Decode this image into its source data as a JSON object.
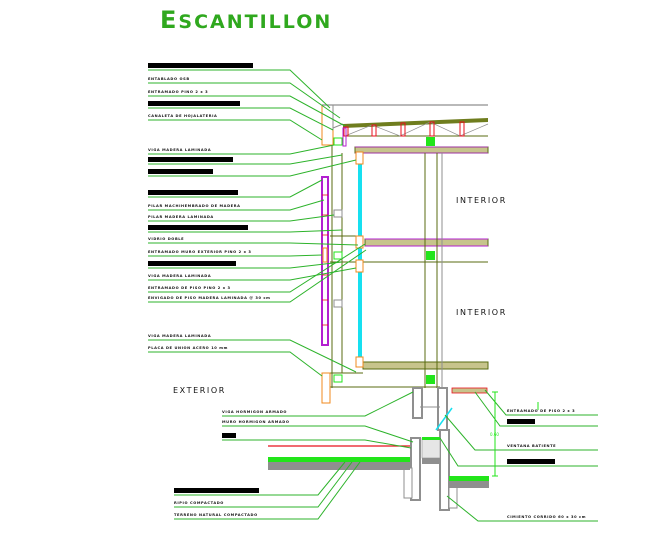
{
  "title": {
    "first_letter": "E",
    "rest": "SCANTILLON"
  },
  "colors": {
    "title": "#2fa81e",
    "leader": "#2db32b",
    "structure_olive": "#5a6b12",
    "orange": "#f08a1c",
    "magenta": "#b31fd1",
    "cyan": "#16e0f0",
    "red": "#e8111c",
    "grey": "#8f8f8f",
    "bright_green": "#22e51a"
  },
  "rooms": {
    "interior_upper": "INTERIOR",
    "interior_lower": "INTERIOR",
    "exterior": "EXTERIOR"
  },
  "left_labels": [
    {
      "type": "redacted"
    },
    {
      "type": "text",
      "text": "ENTABLADO OSB"
    },
    {
      "type": "text",
      "text": "ENTRAMADO PINO 2 x 3"
    },
    {
      "type": "redacted"
    },
    {
      "type": "text",
      "text": "CANALETA DE HOJALATERIA"
    },
    {
      "type": "text",
      "text": "VIGA MADERA LAMINADA"
    },
    {
      "type": "redacted"
    },
    {
      "type": "redacted"
    },
    {
      "type": "redacted"
    },
    {
      "type": "text",
      "text": "PILAR MACHIHEMBRADO DE MADERA"
    },
    {
      "type": "text",
      "text": "PILAR MADERA LAMINADA"
    },
    {
      "type": "redacted"
    },
    {
      "type": "text",
      "text": "VIDRIO DOBLE"
    },
    {
      "type": "text",
      "text": "ENTRAMADO MURO EXTERIOR PINO 2 x 3"
    },
    {
      "type": "redacted"
    },
    {
      "type": "text",
      "text": "VIGA MADERA LAMINADA"
    },
    {
      "type": "text",
      "text": "ENTRAMADO DE PISO PINO 2 x 3"
    },
    {
      "type": "text",
      "text": "ENVIGADO DE PISO MADERA LAMINADA @ 30 cm"
    },
    {
      "type": "text",
      "text": "VIGA MADERA LAMINADA"
    },
    {
      "type": "text",
      "text": "PLACA DE UNION ACERO 10 mm"
    }
  ],
  "bottom_left_labels": [
    {
      "type": "text",
      "text": "VIGA HORMIGON ARMADO"
    },
    {
      "type": "text",
      "text": "MURO HORMIGON ARMADO"
    },
    {
      "type": "redacted"
    }
  ],
  "footer_left_labels": [
    {
      "type": "redacted"
    },
    {
      "type": "text",
      "text": "RIPIO COMPACTADO"
    },
    {
      "type": "text",
      "text": "TERRENO NATURAL COMPACTADO"
    }
  ],
  "right_labels": [
    {
      "type": "text",
      "text": "ENTRAMADO DE PISO 2 x 3"
    },
    {
      "type": "redacted"
    },
    {
      "type": "text",
      "text": "VENTANA BATIENTE"
    },
    {
      "type": "redacted"
    },
    {
      "type": "text",
      "text": "CIMIENTO CORRIDO 60 x 30 cm"
    }
  ],
  "dimension": {
    "label": "0.60"
  }
}
